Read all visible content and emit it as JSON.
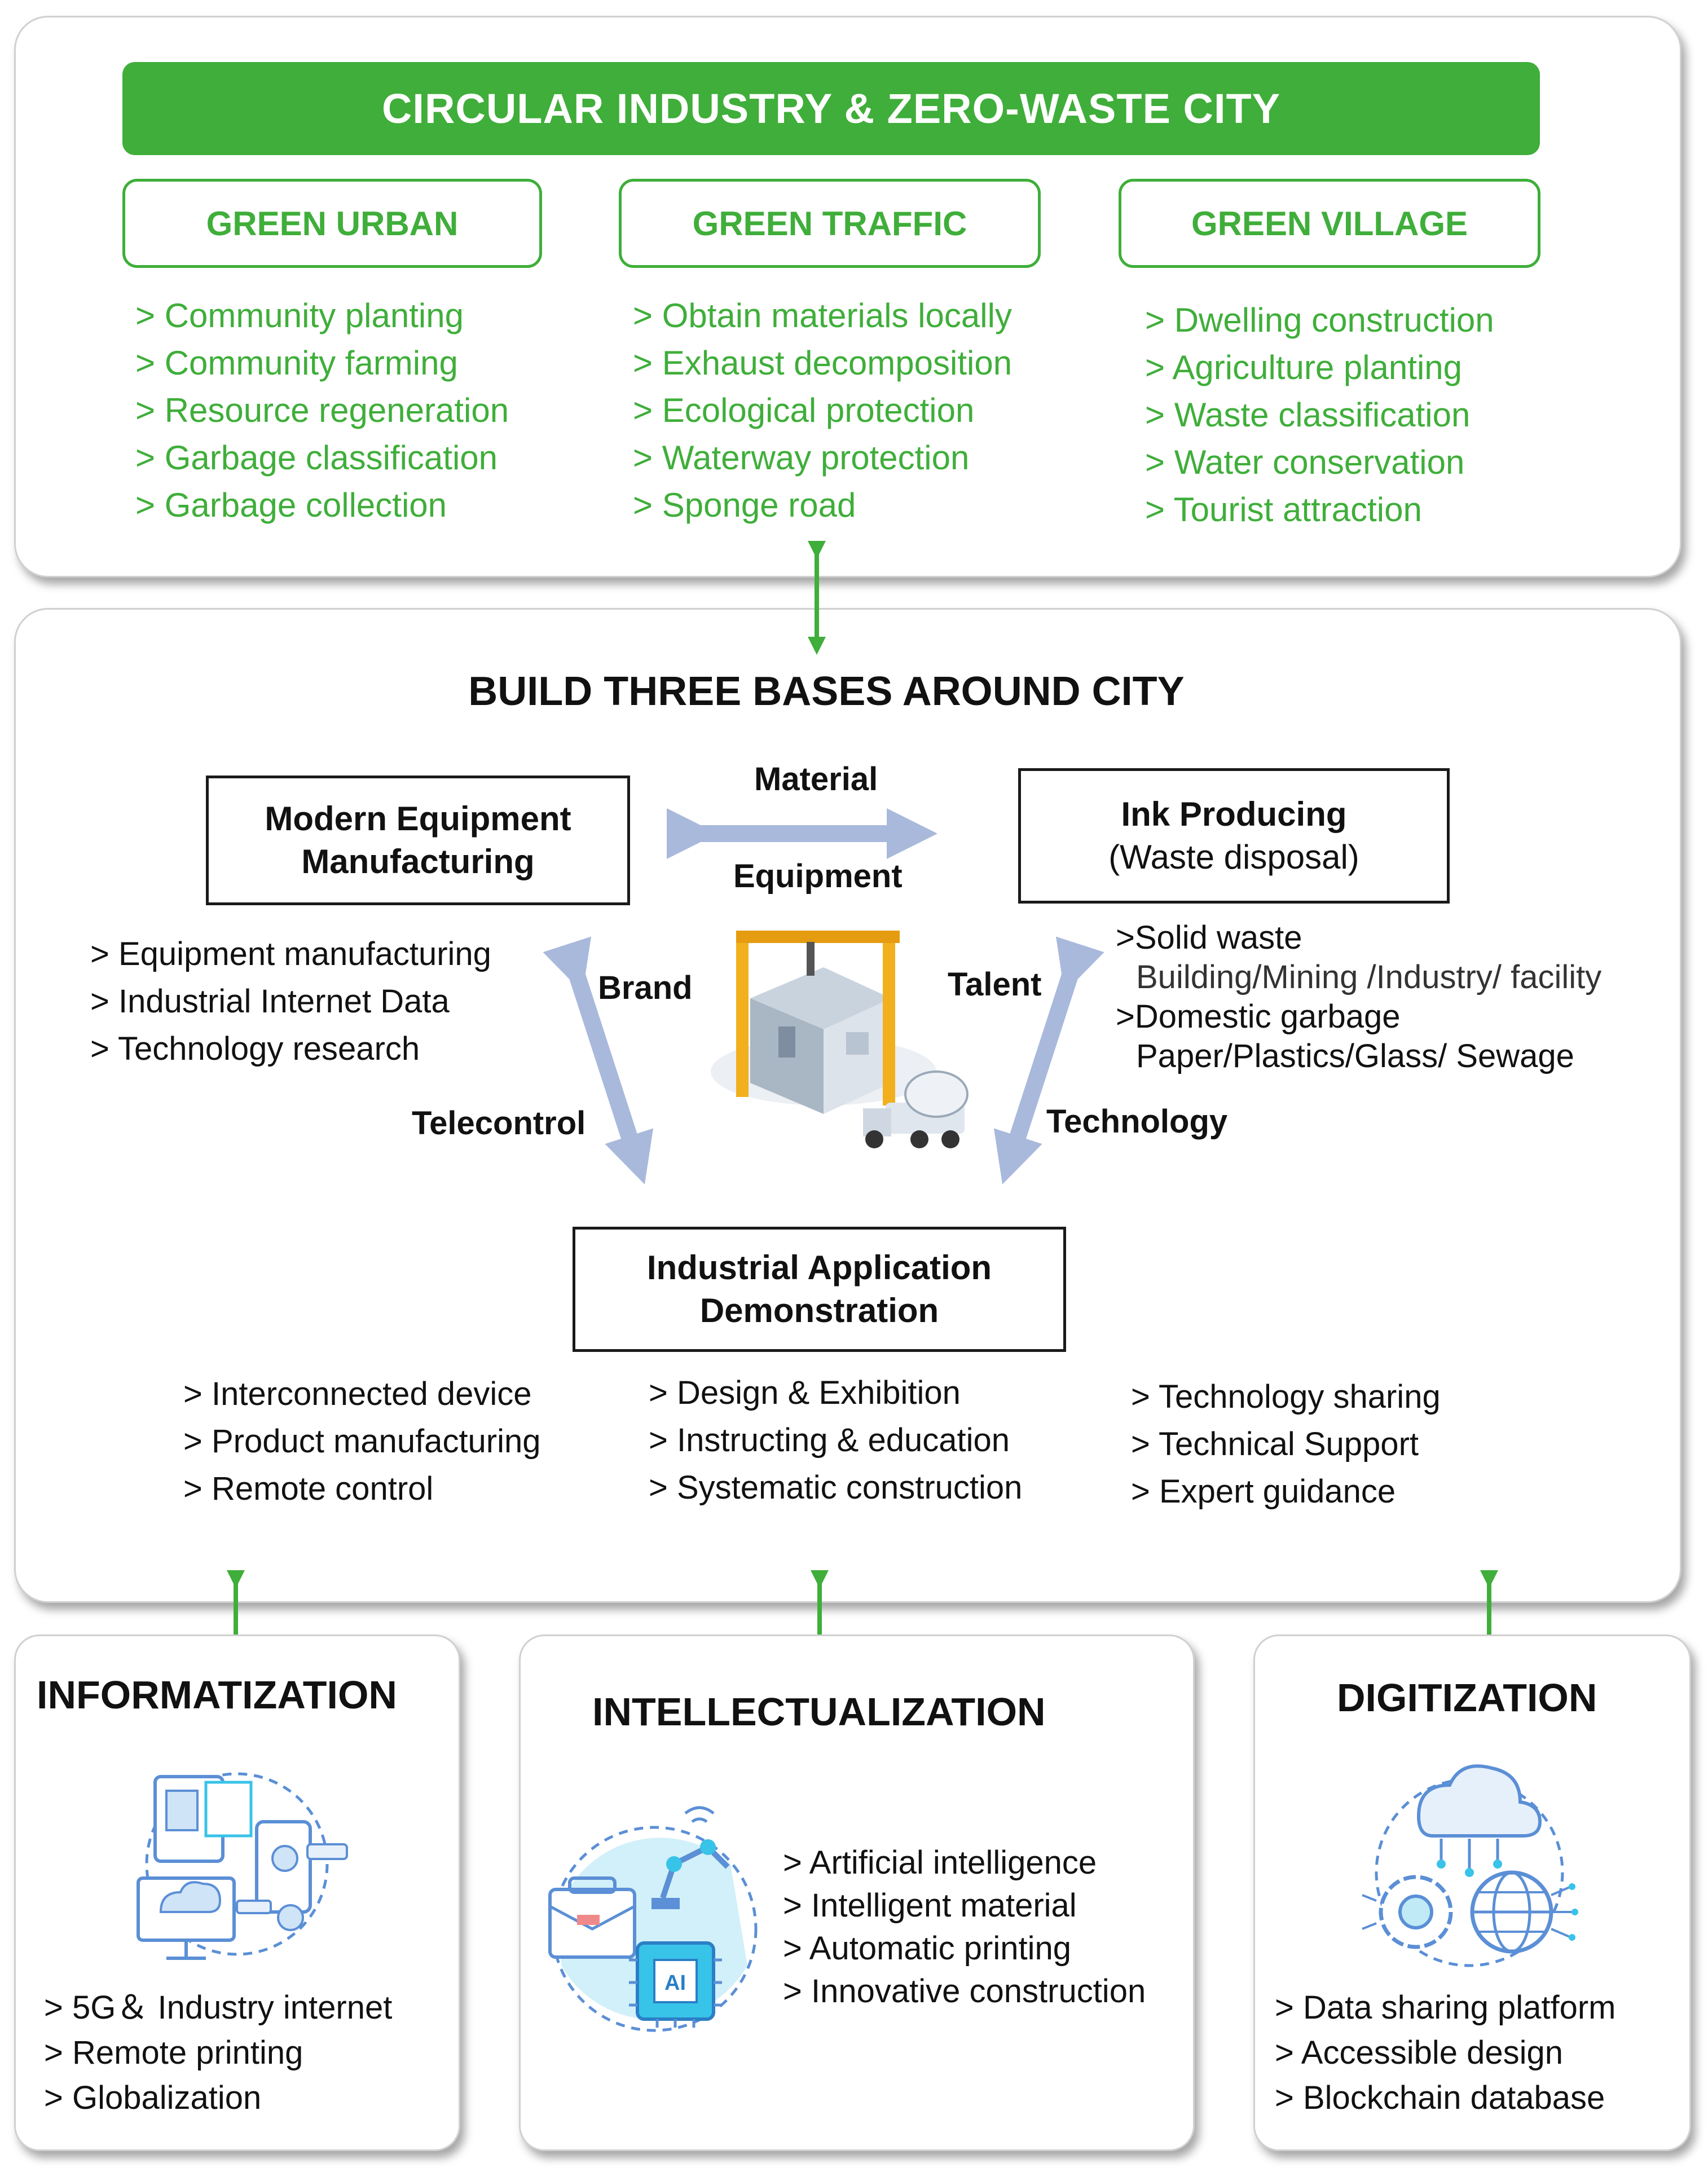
{
  "top": {
    "title": "CIRCULAR INDUSTRY & ZERO-WASTE CITY",
    "columns": [
      {
        "heading": "GREEN URBAN",
        "items": [
          "> Community planting",
          "> Community farming",
          "> Resource regeneration",
          "> Garbage classification",
          "> Garbage collection"
        ]
      },
      {
        "heading": "GREEN TRAFFIC",
        "items": [
          "> Obtain materials locally",
          "> Exhaust decomposition",
          "> Ecological protection",
          "> Waterway protection",
          "> Sponge road"
        ]
      },
      {
        "heading": "GREEN VILLAGE",
        "items": [
          "> Dwelling construction",
          "> Agriculture planting",
          "> Waste classification",
          "> Water conservation",
          "> Tourist attraction"
        ]
      }
    ]
  },
  "middle": {
    "title": "BUILD THREE BASES AROUND CITY",
    "bases": {
      "equipment": {
        "line1": "Modern Equipment",
        "line2": "Manufacturing",
        "items": [
          "> Equipment manufacturing",
          "> Industrial Internet Data",
          "> Technology research"
        ]
      },
      "ink": {
        "line1": "Ink Producing",
        "line2": "(Waste disposal)",
        "items": [
          ">Solid waste",
          "Building/Mining  /Industry/ facility",
          ">Domestic garbage",
          "Paper/Plastics/Glass/ Sewage"
        ]
      },
      "industrial": {
        "line1": "Industrial Application",
        "line2": "Demonstration"
      }
    },
    "links": {
      "material": "Material",
      "equipment": "Equipment",
      "brand": "Brand",
      "talent": "Talent",
      "telecontrol": "Telecontrol",
      "technology": "Technology"
    },
    "bottom_lists": [
      [
        "> Interconnected device",
        "> Product manufacturing",
        "> Remote control"
      ],
      [
        "> Design & Exhibition",
        "> Instructing & education",
        "> Systematic construction"
      ],
      [
        "> Technology sharing",
        "> Technical Support",
        "> Expert guidance"
      ]
    ]
  },
  "bottom": {
    "informatization": {
      "title": "INFORMATIZATION",
      "items": [
        "> 5G＆ Industry internet",
        "> Remote printing",
        "> Globalization"
      ]
    },
    "intellectualization": {
      "title": "INTELLECTUALIZATION",
      "items": [
        "> Artificial intelligence",
        "> Intelligent material",
        "> Automatic printing",
        "> Innovative construction"
      ],
      "chip_label": "AI"
    },
    "digitization": {
      "title": "DIGITIZATION",
      "items": [
        "> Data sharing platform",
        "> Accessible design",
        "> Blockchain database"
      ]
    }
  },
  "colors": {
    "green": "#3fae3a",
    "arrow_blue": "#a9b9dc",
    "icon_blue": "#5b8fd6",
    "icon_cyan": "#38c3e8"
  }
}
